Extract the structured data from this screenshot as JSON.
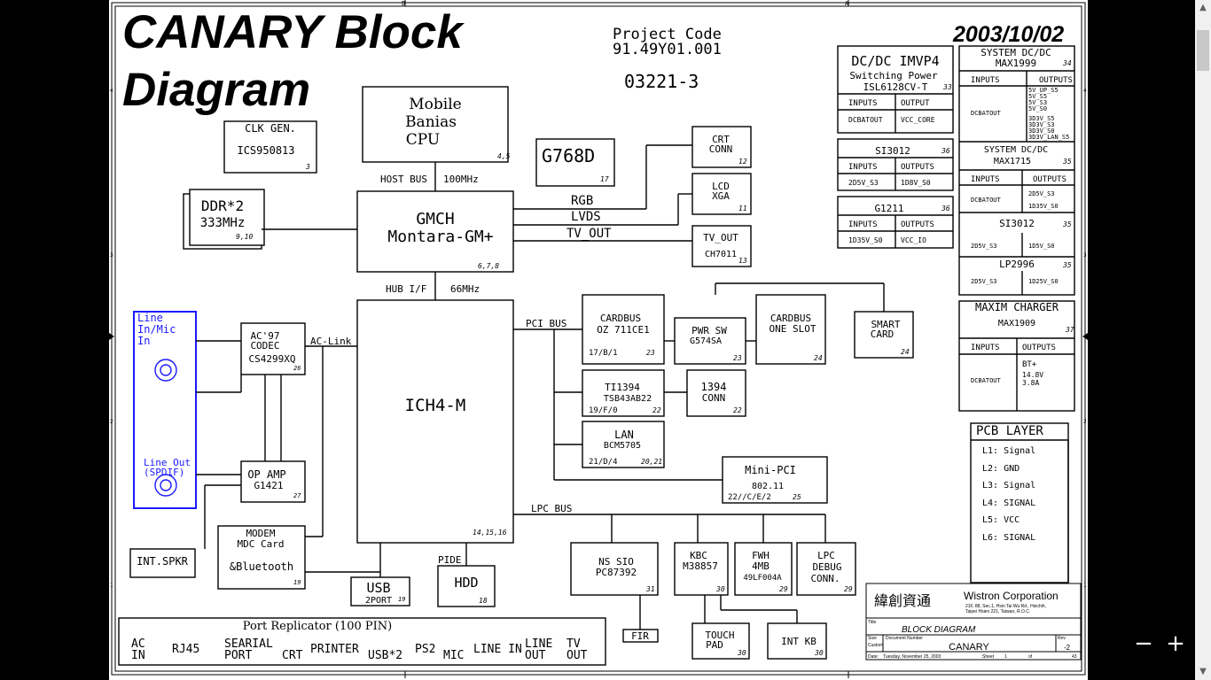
{
  "title": "CANARY Block Diagram",
  "title_line1": "CANARY Block",
  "title_line2": "Diagram",
  "project_code_label": "Project Code",
  "project_code": "91.49Y01.001",
  "doc_number": "03221-3",
  "date": "2003/10/02",
  "blocks": {
    "cpu": {
      "line1": "Mobile",
      "line2": "Banias",
      "line3": "CPU",
      "page": "4,5"
    },
    "clk": {
      "title": "CLK GEN.",
      "part": "ICS950813",
      "page": "3"
    },
    "ddr": {
      "line1": "DDR*2",
      "line2": "333MHz",
      "page": "9,10"
    },
    "gmch": {
      "line1": "GMCH",
      "line2": "Montara-GM+",
      "page": "6,7,8"
    },
    "g768": {
      "label": "G768D",
      "page": "17"
    },
    "crt": {
      "line1": "CRT",
      "line2": "CONN",
      "page": "12"
    },
    "lcd": {
      "line1": "LCD",
      "line2": "XGA",
      "page": "11"
    },
    "tvout": {
      "line1": "TV_OUT",
      "line2": "CH7011",
      "page": "13"
    },
    "ich": {
      "label": "ICH4-M",
      "page": "14,15,16"
    },
    "codec": {
      "line1": "AC'97",
      "line2": "CODEC",
      "line3": "CS4299XQ",
      "page": "26"
    },
    "opamp": {
      "line1": "OP AMP",
      "line2": "G1421",
      "page": "27"
    },
    "modem": {
      "line1": "MODEM",
      "line2": "MDC Card",
      "line3": "&Bluetooth",
      "page": "19"
    },
    "intspkr": {
      "label": "INT.SPKR"
    },
    "usb": {
      "line1": "USB",
      "line2": "2PORT",
      "page": "19"
    },
    "hdd": {
      "label": "HDD",
      "page": "18"
    },
    "cardbus": {
      "line1": "CARDBUS",
      "line2": "OZ 711CE1",
      "id": "17/B/1",
      "page": "23"
    },
    "pwrsw": {
      "line1": "PWR SW",
      "line2": "G574SA",
      "page": "23"
    },
    "slot": {
      "line1": "CARDBUS",
      "line2": "ONE SLOT",
      "page": "24"
    },
    "smart": {
      "line1": "SMART",
      "line2": "CARD",
      "page": "24"
    },
    "ti1394": {
      "line1": "TI1394",
      "line2": "TSB43AB22",
      "id": "19/F/0",
      "page": "22"
    },
    "conn1394": {
      "line1": "1394",
      "line2": "CONN",
      "page": "22"
    },
    "lan": {
      "line1": "LAN",
      "line2": "BCM5705",
      "id": "21/D/4",
      "page": "20,21"
    },
    "minipci": {
      "line1": "Mini-PCI",
      "line2": "802.11",
      "id": "22//C/E/2",
      "page": "25"
    },
    "nssio": {
      "line1": "NS SIO",
      "line2": "PC87392",
      "page": "31"
    },
    "kbc": {
      "line1": "KBC",
      "line2": "M38857",
      "page": "30"
    },
    "fwh": {
      "line1": "FWH",
      "line2": "4MB",
      "line3": "49LF004A",
      "page": "29"
    },
    "lpcdebug": {
      "line1": "LPC",
      "line2": "DEBUG",
      "line3": "CONN.",
      "page": "29"
    },
    "fir": {
      "label": "FIR"
    },
    "touchpad": {
      "line1": "TOUCH",
      "line2": "PAD",
      "page": "30"
    },
    "intkb": {
      "label": "INT KB",
      "page": "30"
    },
    "audio": {
      "line_in_1": "Line",
      "line_in_2": "In/Mic",
      "line_in_3": "In",
      "line_out_1": "Line Out",
      "line_out_2": "(SPDIF)"
    }
  },
  "buses": {
    "host": "HOST BUS",
    "host_speed": "100MHz",
    "hub": "HUB I/F",
    "hub_speed": "66MHz",
    "rgb": "RGB",
    "lvds": "LVDS",
    "tv_out": "TV_OUT",
    "pci": "PCI BUS",
    "lpc": "LPC BUS",
    "ac_link": "AC-Link",
    "pide": "PIDE"
  },
  "port_replicator": {
    "title": "Port Replicator (100 PIN)",
    "ports": [
      "AC IN",
      "RJ45",
      "SEARIAL PORT",
      "CRT",
      "PRINTER",
      "USB*2",
      "PS2",
      "MIC",
      "LINE IN",
      "LINE OUT",
      "TV OUT"
    ]
  },
  "power": {
    "imvp4": {
      "title": "DC/DC IMVP4",
      "sub1": "Switching Power",
      "sub2": "ISL6128CV-T",
      "page": "33",
      "h_in": "INPUTS",
      "h_out": "OUTPUT",
      "in": "DCBATOUT",
      "out": "VCC_CORE"
    },
    "si3012a": {
      "title": "SI3012",
      "page": "36",
      "h_in": "INPUTS",
      "h_out": "OUTPUTS",
      "in": "2D5V_S3",
      "out": "1D8V_S0"
    },
    "g1211": {
      "title": "G1211",
      "page": "36",
      "h_in": "INPUTS",
      "h_out": "OUTPUTS",
      "in": "1D35V_S0",
      "out": "VCC_IO"
    },
    "max1999": {
      "title": "SYSTEM DC/DC",
      "part": "MAX1999",
      "page": "34",
      "h_in": "INPUTS",
      "h_out": "OUTPUTS",
      "in": "DCBATOUT",
      "outs": [
        "5V_UP_S5",
        "5V_S5",
        "5V_S3",
        "5V_S0",
        "3D3V_S5",
        "3D3V_S3",
        "3D3V_S0",
        "3D3V_LAN_S5"
      ]
    },
    "max1715": {
      "title": "SYSTEM DC/DC",
      "part": "MAX1715",
      "page": "35",
      "h_in": "INPUTS",
      "h_out": "OUTPUTS",
      "in": "DCBATOUT",
      "outs": [
        "2D5V_S3",
        "1D35V_S0"
      ]
    },
    "si3012b": {
      "title": "SI3012",
      "page": "35",
      "in": "2D5V_S3",
      "out": "1D5V_S0"
    },
    "lp2996": {
      "title": "LP2996",
      "page": "35",
      "in": "2D5V_S3",
      "out": "1D25V_S0"
    },
    "charger": {
      "title": "MAXIM CHARGER",
      "part": "MAX1909",
      "page": "37",
      "h_in": "INPUTS",
      "h_out": "OUTPUTS",
      "in": "DCBATOUT",
      "outs": [
        "BT+",
        "14.8V",
        "3.8A"
      ]
    }
  },
  "pcb_layer": {
    "title": "PCB LAYER",
    "layers": [
      "L1: Signal",
      "L2: GND",
      "L3: Signal",
      "L4: SIGNAL",
      "L5: VCC",
      "L6: SIGNAL"
    ]
  },
  "titleblock": {
    "chinese": "緯創資通",
    "company": "Wistron Corporation",
    "address1": "21F, 88, Sec.1, Hsin Tai Wu Rd., Hsichih,",
    "address2": "Taipei Hsien 221, Taiwan, R.O.C.",
    "title_label": "Title",
    "title": "BLOCK DIAGRAM",
    "size_label": "Size",
    "size": "Custom",
    "docnum_label": "Document Number",
    "docnum": "CANARY",
    "rev_label": "Rev",
    "rev": "-2",
    "date_label": "Date:",
    "date": "Tuesday, November 25, 2003",
    "sheet_label": "Sheet",
    "sheet": "1",
    "of_label": "of",
    "of": "43"
  },
  "border_marks": [
    "B",
    "A",
    "4",
    "3",
    "2",
    "1"
  ],
  "viewer": {
    "zoom_out": "−",
    "zoom_in": "+",
    "scroll_up": "▲",
    "scroll_down": "▼"
  }
}
